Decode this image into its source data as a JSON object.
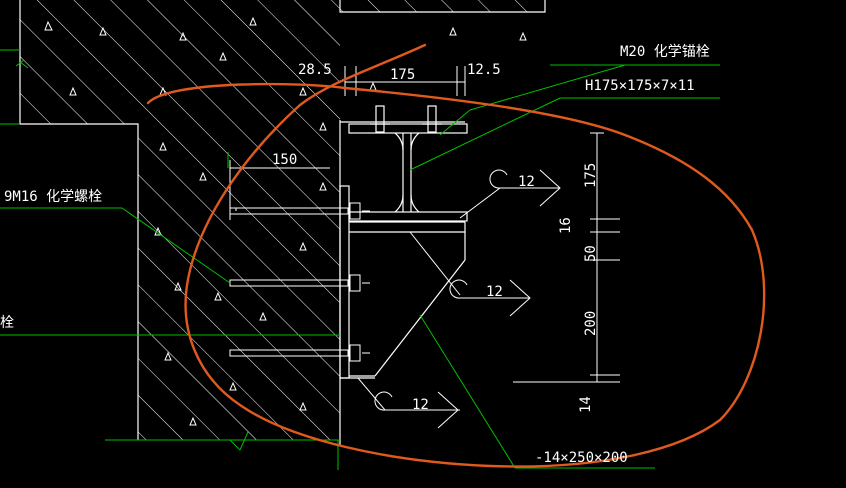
{
  "labels": {
    "anchor_bolt_spec": "M20 化学锚栓",
    "h_section_spec": "H175×175×7×11",
    "chem_bolt_spec": "9M16 化学螺栓",
    "plate_spec": "-14×250×200",
    "edge_fragment": "栓"
  },
  "dimensions": {
    "d_28_5": "28.5",
    "d_175_top": "175",
    "d_12_5": "12.5",
    "d_150": "150",
    "d_175_right": "175",
    "d_16": "16",
    "d_50": "50",
    "d_200": "200",
    "d_14": "14"
  },
  "welds": {
    "weld_1": "12",
    "weld_2": "12",
    "weld_3": "12"
  },
  "colors": {
    "background": "#000000",
    "linework": "#ffffff",
    "leaders": "#00c000",
    "markup": "#e05a1e"
  }
}
